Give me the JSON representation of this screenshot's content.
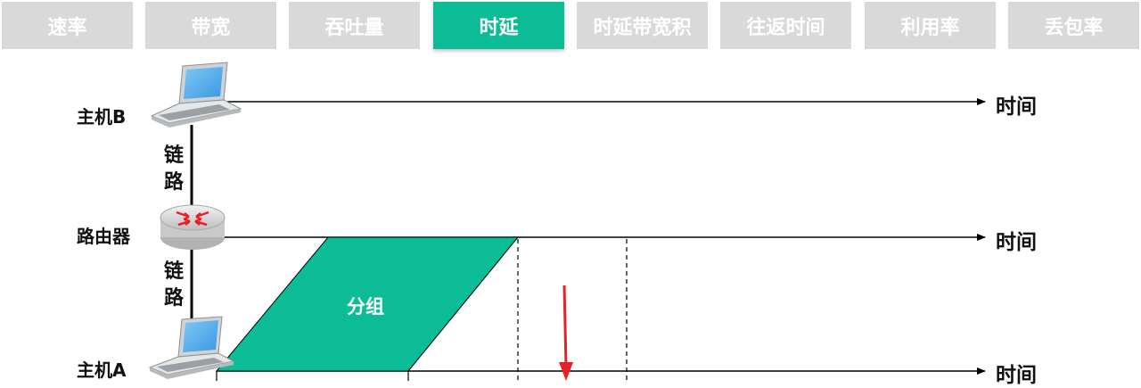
{
  "tabs": [
    {
      "label": "速率",
      "active": false
    },
    {
      "label": "带宽",
      "active": false
    },
    {
      "label": "吞吐量",
      "active": false
    },
    {
      "label": "时延",
      "active": true
    },
    {
      "label": "时延带宽积",
      "active": false
    },
    {
      "label": "往返时间",
      "active": false
    },
    {
      "label": "利用率",
      "active": false
    },
    {
      "label": "丢包率",
      "active": false
    }
  ],
  "diagram": {
    "host_b": "主机B",
    "router": "路由器",
    "host_a": "主机A",
    "link_upper": [
      "链",
      "路"
    ],
    "link_lower": [
      "链",
      "路"
    ],
    "time_label": "时间",
    "packet_label": "分组",
    "colors": {
      "accent": "#0bbc96",
      "tab_inactive": "#d9d9d9",
      "arrow": "#e8202a"
    }
  }
}
